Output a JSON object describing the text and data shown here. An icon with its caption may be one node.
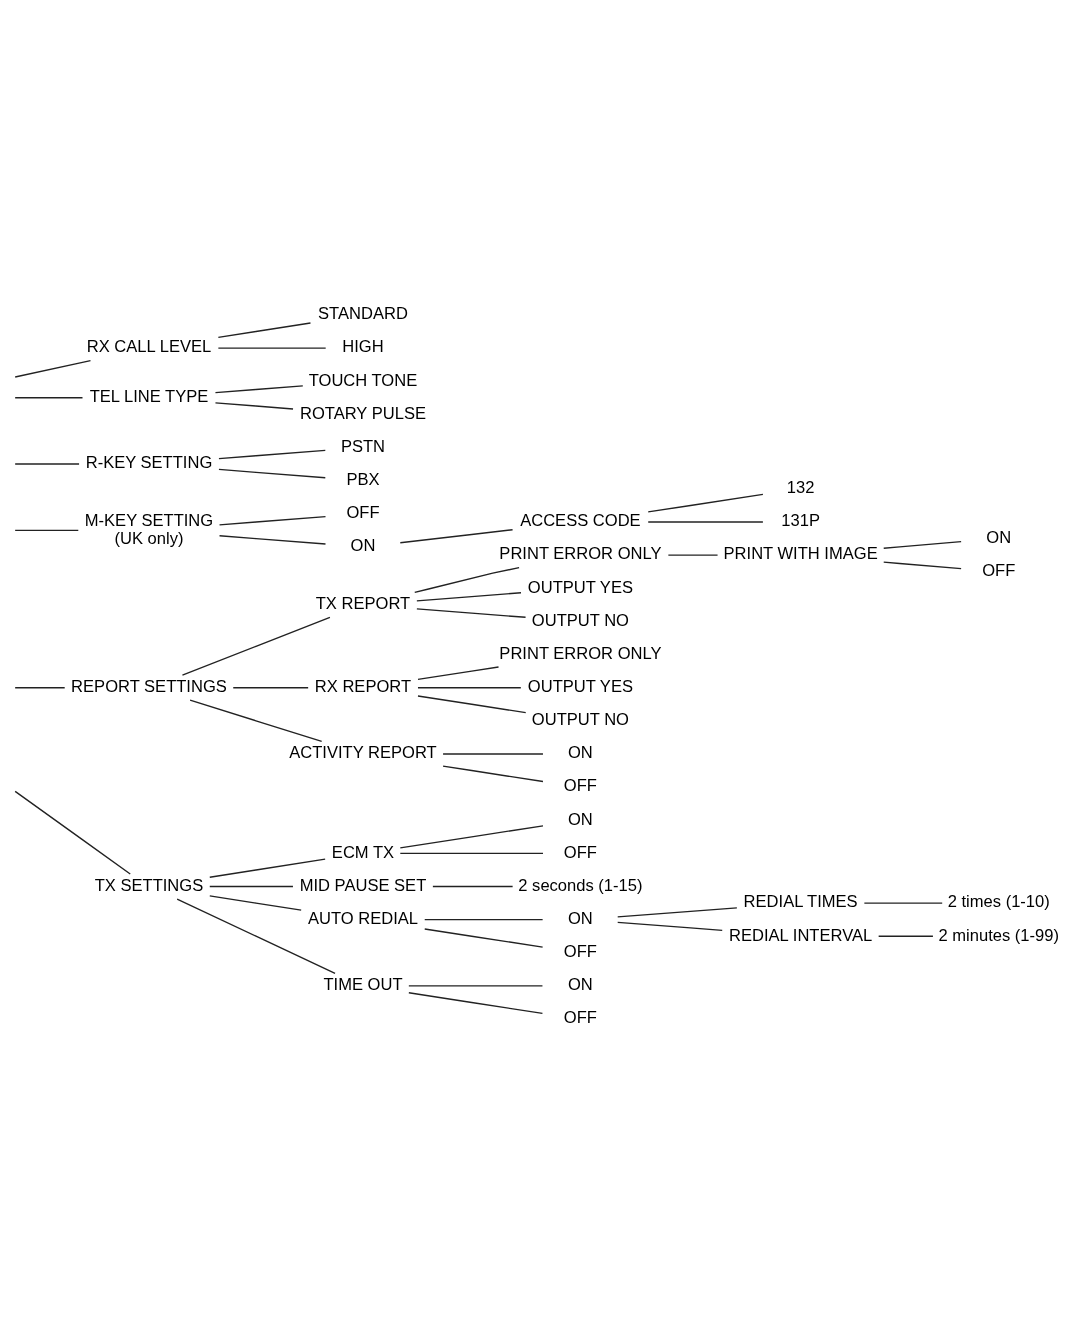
{
  "diagram": {
    "nodes": [
      {
        "text": [
          "RX CALL LEVEL"
        ]
      },
      {
        "text": [
          "STANDARD"
        ]
      },
      {
        "text": [
          "HIGH"
        ]
      },
      {
        "text": [
          "TEL LINE TYPE"
        ]
      },
      {
        "text": [
          "TOUCH TONE"
        ]
      },
      {
        "text": [
          "ROTARY PULSE"
        ]
      },
      {
        "text": [
          "R-KEY SETTING"
        ]
      },
      {
        "text": [
          "PSTN"
        ]
      },
      {
        "text": [
          "PBX"
        ]
      },
      {
        "text": [
          "M-KEY SETTING",
          "(UK only)"
        ]
      },
      {
        "text": [
          "OFF"
        ]
      },
      {
        "text": [
          "ON"
        ]
      },
      {
        "text": [
          "ACCESS CODE"
        ]
      },
      {
        "text": [
          "132"
        ]
      },
      {
        "text": [
          "131P"
        ]
      },
      {
        "text": [
          "REPORT SETTINGS"
        ]
      },
      {
        "text": [
          "TX REPORT"
        ]
      },
      {
        "text": [
          "PRINT ERROR ONLY"
        ]
      },
      {
        "text": [
          "OUTPUT YES"
        ]
      },
      {
        "text": [
          "OUTPUT NO"
        ]
      },
      {
        "text": [
          "PRINT WITH IMAGE"
        ]
      },
      {
        "text": [
          "ON"
        ]
      },
      {
        "text": [
          "OFF"
        ]
      },
      {
        "text": [
          "RX REPORT"
        ]
      },
      {
        "text": [
          "PRINT ERROR ONLY"
        ]
      },
      {
        "text": [
          "OUTPUT YES"
        ]
      },
      {
        "text": [
          "OUTPUT NO"
        ]
      },
      {
        "text": [
          "ACTIVITY REPORT"
        ]
      },
      {
        "text": [
          "ON"
        ]
      },
      {
        "text": [
          "OFF"
        ]
      },
      {
        "text": [
          "TX SETTINGS"
        ]
      },
      {
        "text": [
          "ECM TX"
        ]
      },
      {
        "text": [
          "ON"
        ]
      },
      {
        "text": [
          "OFF"
        ]
      },
      {
        "text": [
          "MID PAUSE SET"
        ]
      },
      {
        "text": [
          "2 seconds (1-15)"
        ]
      },
      {
        "text": [
          "AUTO REDIAL"
        ]
      },
      {
        "text": [
          "ON"
        ]
      },
      {
        "text": [
          "OFF"
        ]
      },
      {
        "text": [
          "REDIAL TIMES"
        ]
      },
      {
        "text": [
          "REDIAL INTERVAL"
        ]
      },
      {
        "text": [
          "2 times (1-10)"
        ]
      },
      {
        "text": [
          "2 minutes (1-99)"
        ]
      },
      {
        "text": [
          "TIME OUT"
        ]
      },
      {
        "text": [
          "ON"
        ]
      },
      {
        "text": [
          "OFF"
        ]
      }
    ],
    "edges": [
      {
        "from": null,
        "to": 0,
        "arrow": "none"
      },
      {
        "from": 0,
        "to": 1,
        "arrow": "none"
      },
      {
        "from": 0,
        "to": 2,
        "arrow": "none"
      },
      {
        "from": null,
        "to": 3,
        "arrow": "none"
      },
      {
        "from": 3,
        "to": 4,
        "arrow": "none"
      },
      {
        "from": 3,
        "to": 5,
        "arrow": "none"
      },
      {
        "from": null,
        "to": 6,
        "arrow": "none"
      },
      {
        "from": 6,
        "to": 7,
        "arrow": "none"
      },
      {
        "from": 6,
        "to": 8,
        "arrow": "none"
      },
      {
        "from": null,
        "to": 9,
        "arrow": "none"
      },
      {
        "from": 9,
        "to": 10,
        "arrow": "none"
      },
      {
        "from": 9,
        "to": 11,
        "arrow": "none"
      },
      {
        "from": 11,
        "to": 12,
        "arrow": "none"
      },
      {
        "from": 12,
        "to": 13,
        "arrow": "none"
      },
      {
        "from": 12,
        "to": 14,
        "arrow": "none"
      },
      {
        "from": null,
        "to": 15,
        "arrow": "none"
      },
      {
        "from": 15,
        "to": 16,
        "arrow": "none"
      },
      {
        "from": 16,
        "to": 17,
        "arrow": "none"
      },
      {
        "from": 16,
        "to": 18,
        "arrow": "none"
      },
      {
        "from": 16,
        "to": 19,
        "arrow": "none"
      },
      {
        "from": 17,
        "to": 20,
        "arrow": "none"
      },
      {
        "from": 20,
        "to": 21,
        "arrow": "none"
      },
      {
        "from": 20,
        "to": 22,
        "arrow": "none"
      },
      {
        "from": 15,
        "to": 23,
        "arrow": "none"
      },
      {
        "from": 23,
        "to": 24,
        "arrow": "none"
      },
      {
        "from": 23,
        "to": 25,
        "arrow": "none"
      },
      {
        "from": 23,
        "to": 26,
        "arrow": "none"
      },
      {
        "from": 15,
        "to": 27,
        "arrow": "none"
      },
      {
        "from": 27,
        "to": 28,
        "arrow": "none"
      },
      {
        "from": 27,
        "to": 29,
        "arrow": "none"
      },
      {
        "from": null,
        "to": 30,
        "arrow": "none"
      },
      {
        "from": 30,
        "to": 31,
        "arrow": "none"
      },
      {
        "from": 31,
        "to": 32,
        "arrow": "none"
      },
      {
        "from": 31,
        "to": 33,
        "arrow": "none"
      },
      {
        "from": 30,
        "to": 34,
        "arrow": "none"
      },
      {
        "from": 34,
        "to": 35,
        "arrow": "none"
      },
      {
        "from": 30,
        "to": 36,
        "arrow": "none"
      },
      {
        "from": 36,
        "to": 37,
        "arrow": "none"
      },
      {
        "from": 36,
        "to": 38,
        "arrow": "none"
      },
      {
        "from": 37,
        "to": 39,
        "arrow": "none"
      },
      {
        "from": 37,
        "to": 40,
        "arrow": "none"
      },
      {
        "from": 39,
        "to": 41,
        "arrow": "none"
      },
      {
        "from": 40,
        "to": 42,
        "arrow": "none"
      },
      {
        "from": 30,
        "to": 43,
        "arrow": "none"
      },
      {
        "from": 43,
        "to": 44,
        "arrow": "none"
      },
      {
        "from": 43,
        "to": 45,
        "arrow": "none"
      }
    ]
  }
}
